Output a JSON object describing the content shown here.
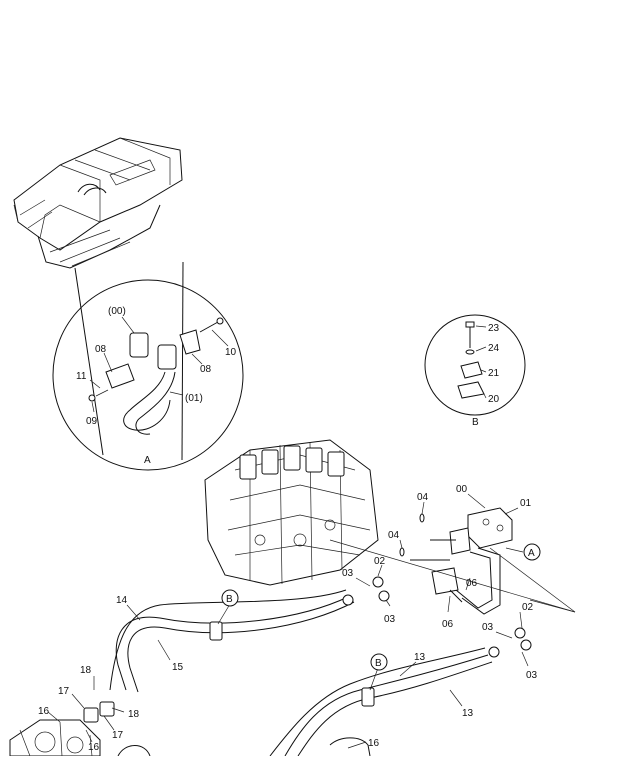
{
  "callouts": {
    "detail_a": {
      "letter": "A",
      "labels": [
        "(00)",
        "10",
        "08",
        "08",
        "11",
        "(01)",
        "09"
      ]
    },
    "detail_b": {
      "letter": "B",
      "labels": [
        "23",
        "24",
        "21",
        "20"
      ]
    },
    "main": {
      "labels": [
        "04",
        "00",
        "01",
        "04",
        "A",
        "02",
        "03",
        "06",
        "03",
        "06",
        "B",
        "14",
        "02",
        "03",
        "03",
        "15",
        "13",
        "B",
        "18",
        "17",
        "18",
        "13",
        "16",
        "17",
        "16",
        "16"
      ]
    }
  }
}
